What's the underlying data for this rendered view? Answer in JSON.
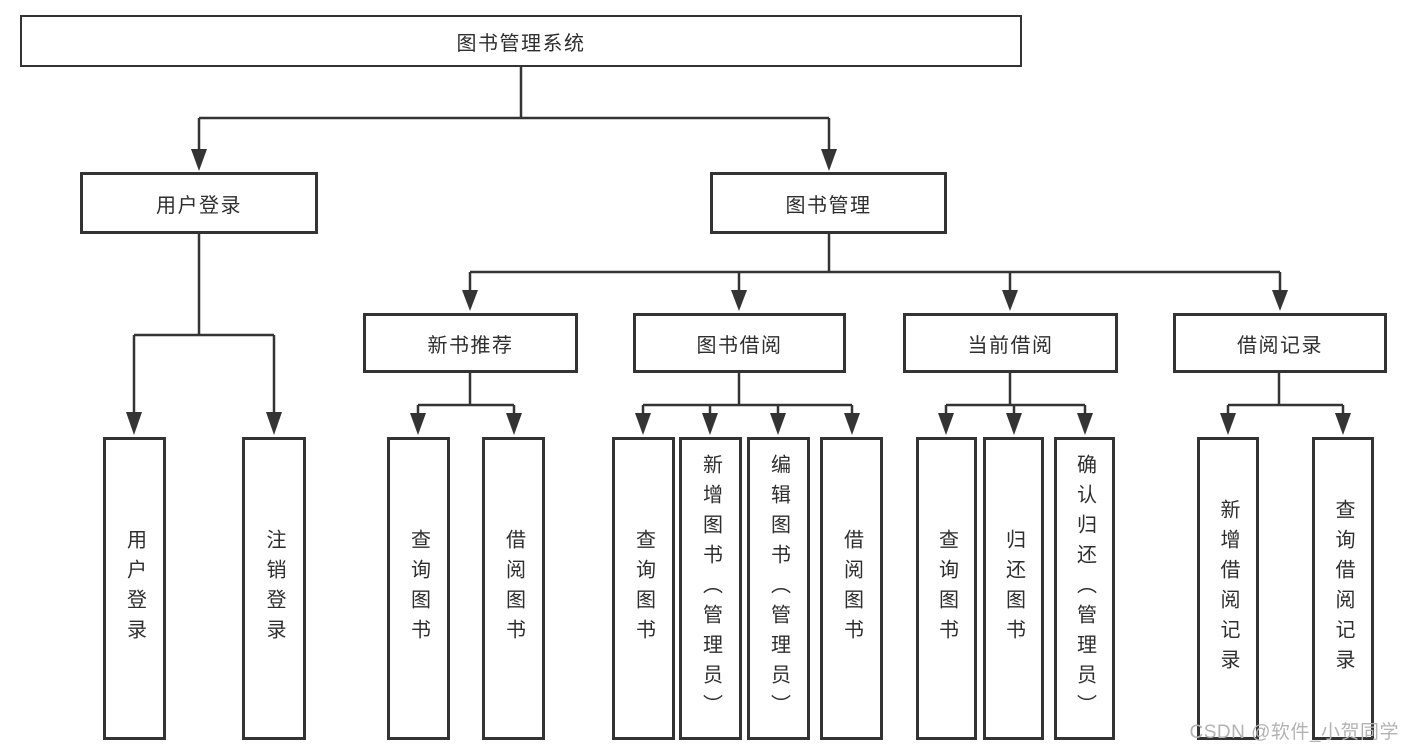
{
  "tree": {
    "label": "图书管理系统",
    "children": [
      {
        "label": "用户登录",
        "children": [
          {
            "label": "用户登录"
          },
          {
            "label": "注销登录"
          }
        ]
      },
      {
        "label": "图书管理",
        "children": [
          {
            "label": "新书推荐",
            "children": [
              {
                "label": "查询图书"
              },
              {
                "label": "借阅图书"
              }
            ]
          },
          {
            "label": "图书借阅",
            "children": [
              {
                "label": "查询图书"
              },
              {
                "label": "新增图书（管理员）"
              },
              {
                "label": "编辑图书（管理员）"
              },
              {
                "label": "借阅图书"
              }
            ]
          },
          {
            "label": "当前借阅",
            "children": [
              {
                "label": "查询图书"
              },
              {
                "label": "归还图书"
              },
              {
                "label": "确认归还（管理员）"
              }
            ]
          },
          {
            "label": "借阅记录",
            "children": [
              {
                "label": "新增借阅记录"
              },
              {
                "label": "查询借阅记录"
              }
            ]
          }
        ]
      }
    ]
  },
  "watermark": {
    "text": "CSDN @软件_小贺同学"
  },
  "colors": {
    "line": "#343434",
    "box_border": "#333333",
    "box_bg": "#ffffff",
    "text": "#2e2e2e",
    "watermark": "#b3b3b3"
  }
}
